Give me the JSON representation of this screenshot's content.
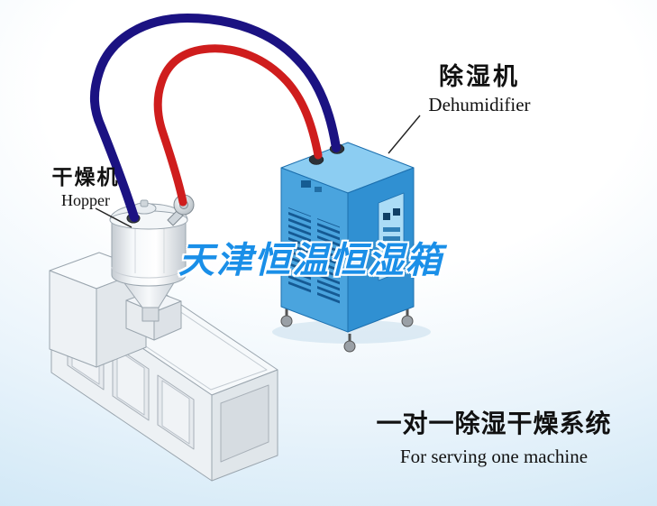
{
  "background": {
    "center_color": "#ffffff",
    "edge_color": "#cfe7f6"
  },
  "labels": {
    "dehumidifier": {
      "zh": "除湿机",
      "en": "Dehumidifier"
    },
    "hopper": {
      "zh": "干燥机",
      "en": "Hopper"
    },
    "watermark": {
      "text": "天津恒温恒湿箱",
      "color": "#1a8fe8"
    },
    "caption": {
      "zh": "一对一除湿干燥系统",
      "en": "For serving one machine"
    }
  },
  "machines": {
    "dehumidifier": {
      "top_color": "#8ccdf2",
      "front_color": "#4aa4de",
      "side_color": "#3090d2",
      "louver_color": "#155a94",
      "panel_color": "#abdcf6"
    }
  },
  "pipes": {
    "red_hose": {
      "color": "#cf1d1d"
    },
    "blue_hose": {
      "color": "#1b1282"
    }
  }
}
